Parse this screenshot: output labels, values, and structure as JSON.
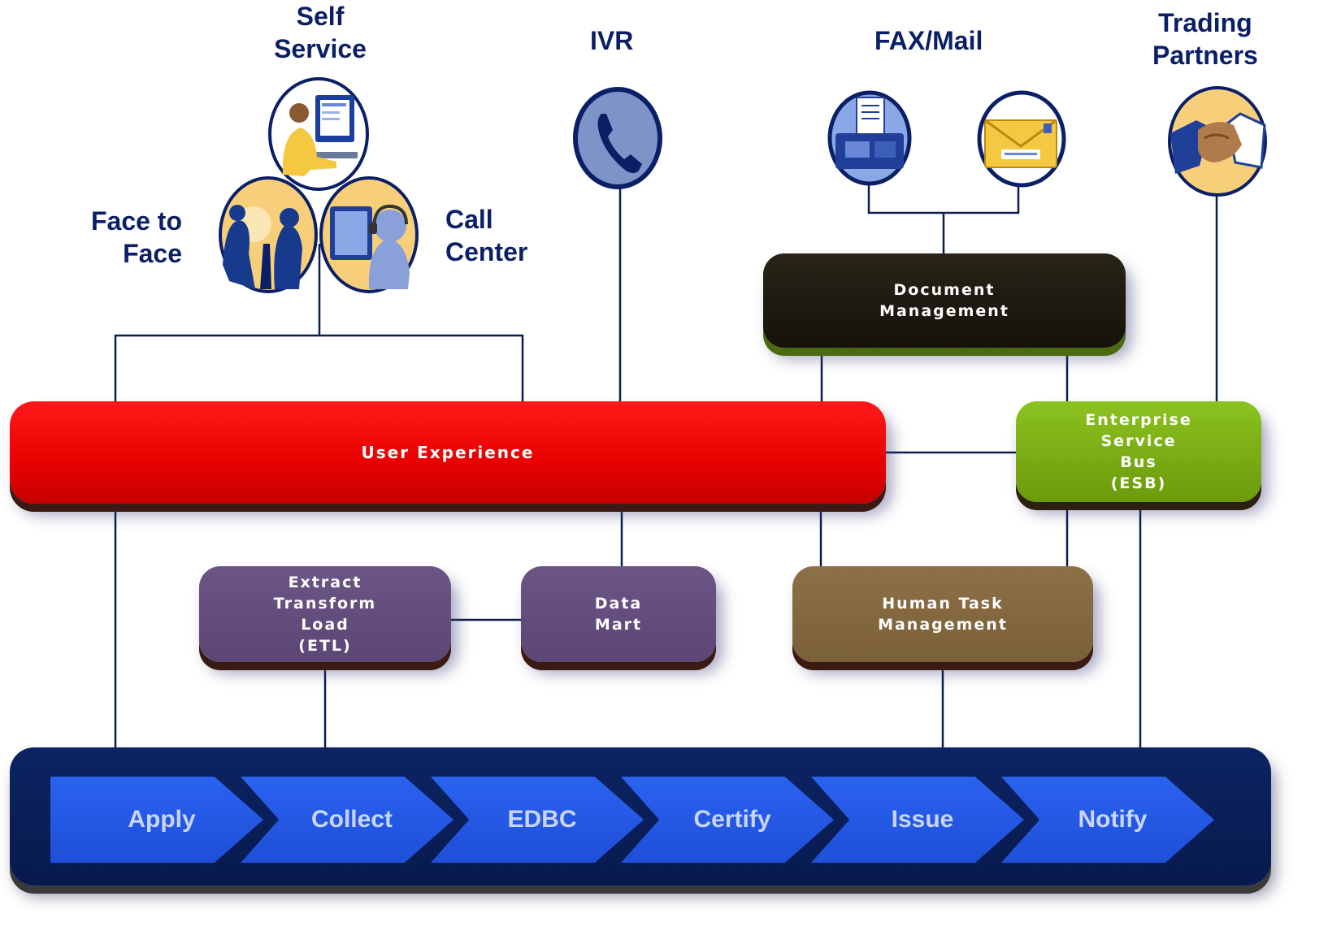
{
  "channels": {
    "self_service": [
      "Self",
      "Service"
    ],
    "ivr": "IVR",
    "fax_mail": "FAX/Mail",
    "trading_partners": [
      "Trading",
      "Partners"
    ],
    "face_to_face": [
      "Face to",
      "Face"
    ],
    "call_center": [
      "Call",
      "Center"
    ]
  },
  "components": {
    "document_management": [
      "Document",
      "Management"
    ],
    "user_experience": "User Experience",
    "esb": [
      "Enterprise",
      "Service",
      "Bus",
      "(ESB)"
    ],
    "etl": [
      "Extract",
      "Transform",
      "Load",
      "(ETL)"
    ],
    "data_mart": [
      "Data",
      "Mart"
    ],
    "human_task": [
      "Human Task",
      "Management"
    ]
  },
  "process_steps": [
    "Apply",
    "Collect",
    "EDBC",
    "Certify",
    "Issue",
    "Notify"
  ],
  "icons": {
    "self_service": "computer-user-icon",
    "face_to_face": "people-meeting-icon",
    "call_center": "headset-agent-icon",
    "ivr": "phone-icon",
    "fax": "fax-machine-icon",
    "mail": "envelope-icon",
    "trading_partners": "handshake-icon"
  },
  "colors": {
    "label_text": "#0b1f66",
    "user_experience": "#ff0000",
    "document_management": "#1c1810",
    "esb": "#7cb014",
    "etl": "#634d7e",
    "data_mart": "#634d7e",
    "human_task": "#846a42",
    "process_bar": "#0a1f57",
    "process_step": "#2457e6"
  }
}
